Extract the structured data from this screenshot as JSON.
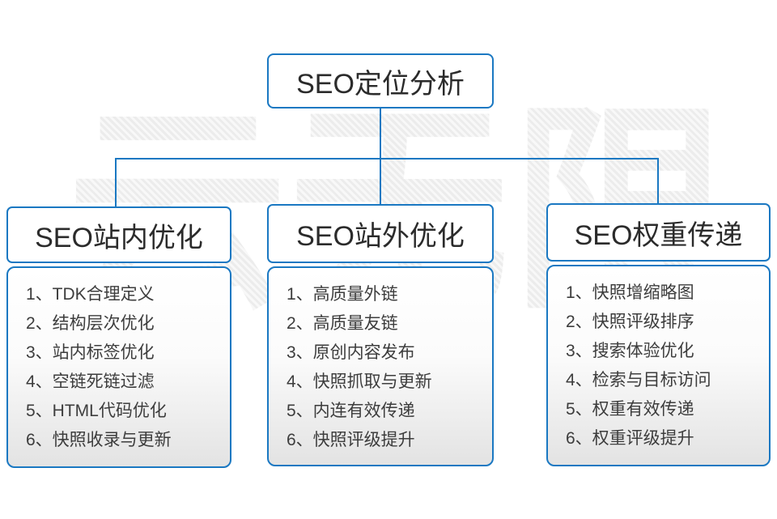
{
  "title": "SEO定位分析",
  "watermark": "云无限",
  "colors": {
    "accent": "#1a78c2",
    "watermark": "#ededed",
    "header_text": "#2b2b2b",
    "item_text": "#3d3d3d",
    "list_gradient_bottom": "#e3e3e3"
  },
  "columns": [
    {
      "header": "SEO站内优化",
      "items": [
        "1、TDK合理定义",
        "2、结构层次优化",
        "3、站内标签优化",
        "4、空链死链过滤",
        "5、HTML代码优化",
        "6、快照收录与更新"
      ]
    },
    {
      "header": "SEO站外优化",
      "items": [
        "1、高质量外链",
        "2、高质量友链",
        "3、原创内容发布",
        "4、快照抓取与更新",
        "5、内连有效传递",
        "6、快照评级提升"
      ]
    },
    {
      "header": "SEO权重传递",
      "items": [
        "1、快照增缩略图",
        "2、快照评级排序",
        "3、搜索体验优化",
        "4、检索与目标访问",
        "5、权重有效传递",
        "6、权重评级提升"
      ]
    }
  ]
}
